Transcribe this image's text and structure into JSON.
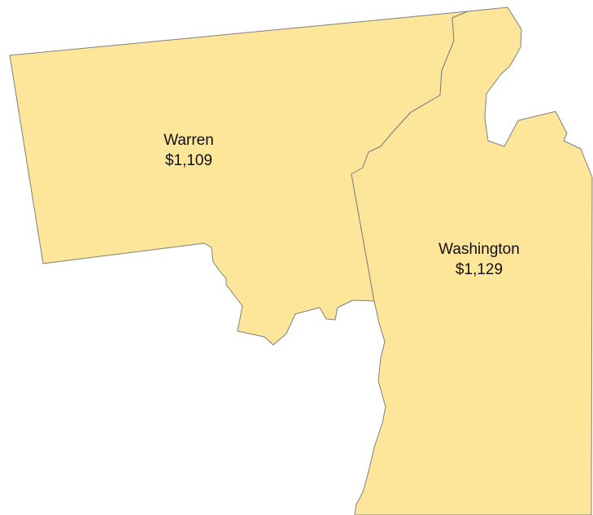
{
  "map": {
    "colors": {
      "fill": "#fde699",
      "border": "#7f7f7f",
      "background": "#ffffff"
    },
    "regions": [
      {
        "name": "Warren",
        "value": "$1,109"
      },
      {
        "name": "Washington",
        "value": "$1,129"
      }
    ]
  }
}
